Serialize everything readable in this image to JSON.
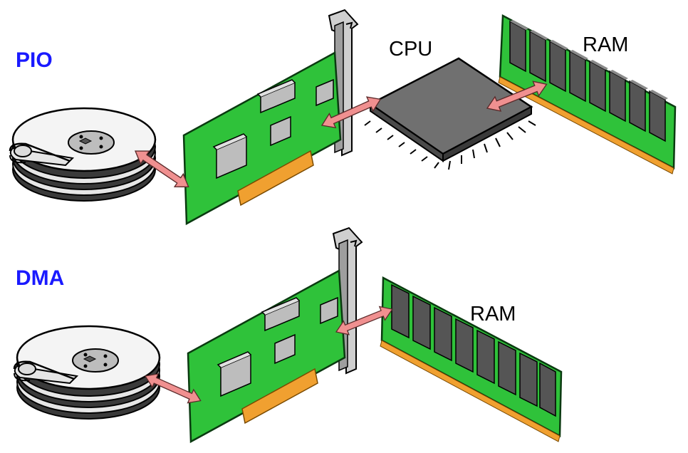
{
  "labels": {
    "pio": "PIO",
    "dma": "DMA",
    "cpu": "CPU",
    "ram_top": "RAM",
    "ram_bottom": "RAM"
  },
  "colors": {
    "mode_label": "#1a1aff",
    "board": "#2fc23a",
    "board_edge": "#0a3a10",
    "gold_contacts": "#f0a030",
    "chip": "#b8b8b8",
    "cpu_body": "#707070",
    "ram_chip": "#555555",
    "arrow": "#f09090",
    "bracket": "#c8c8c8",
    "disk": "#e8e8e8"
  },
  "icons": [
    "hard-disk-icon",
    "expansion-card-icon",
    "cpu-chip-icon",
    "ram-module-icon",
    "double-arrow-icon"
  ]
}
